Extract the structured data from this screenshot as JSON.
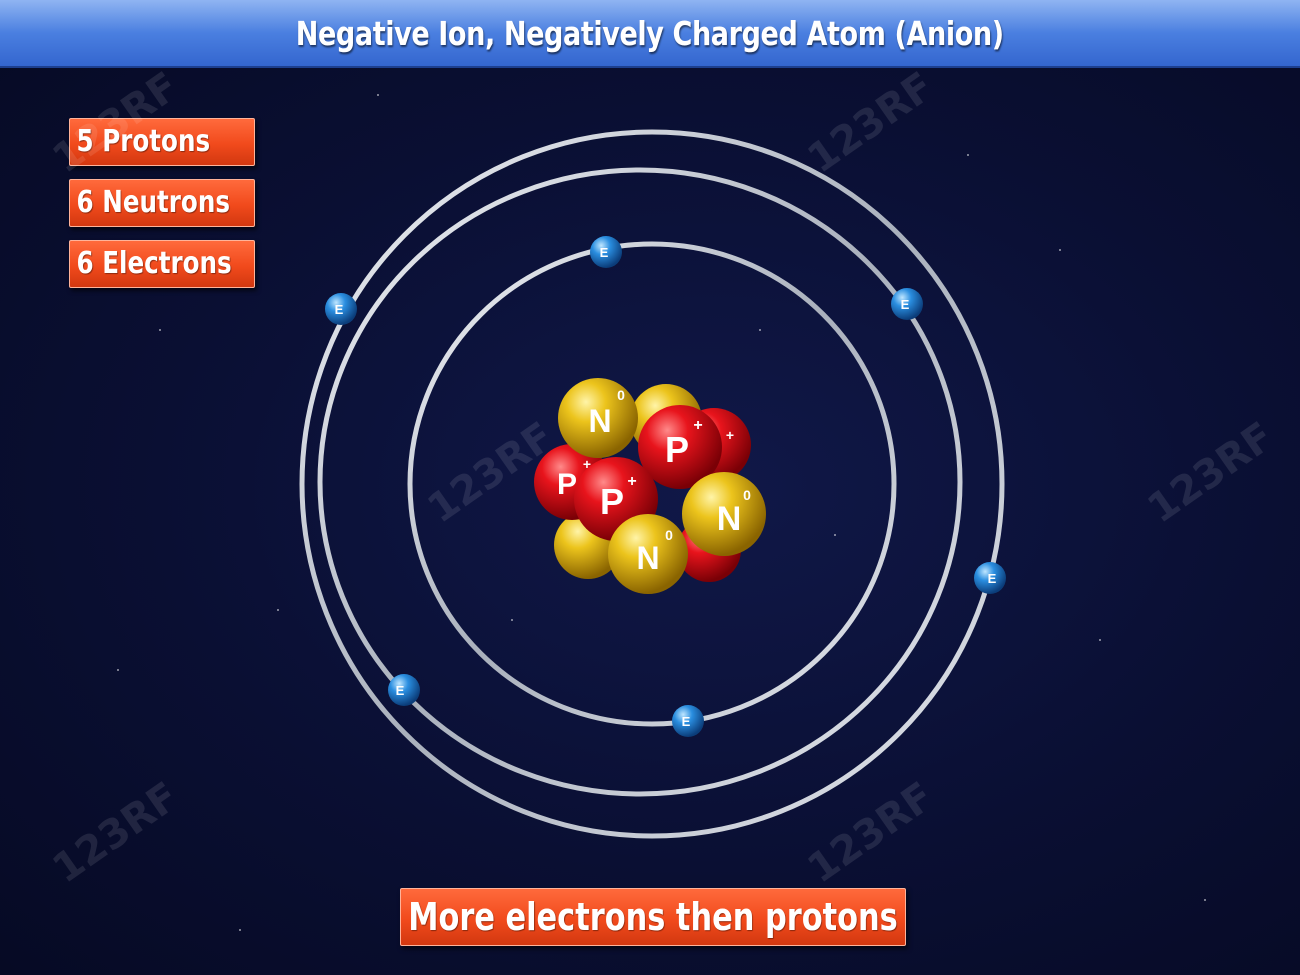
{
  "title": "Negative Ion, Negatively Charged Atom (Anion)",
  "counts": {
    "protons": "5 Protons",
    "neutrons": "6 Neutrons",
    "electrons": "6 Electrons"
  },
  "caption": "More electrons then protons",
  "particle_letters": {
    "proton": "P",
    "neutron": "N",
    "electron": "E"
  },
  "charge_marks": {
    "proton": "+",
    "neutron": "0"
  },
  "watermark": "123RF",
  "colors": {
    "title_bar": "#4a7fe0",
    "label_bg": "#f14a1c",
    "background": "#0a0f33",
    "proton": "#e0141c",
    "neutron": "#e8c21a",
    "electron": "#2a86d8",
    "orbit": "#d8dde6"
  }
}
